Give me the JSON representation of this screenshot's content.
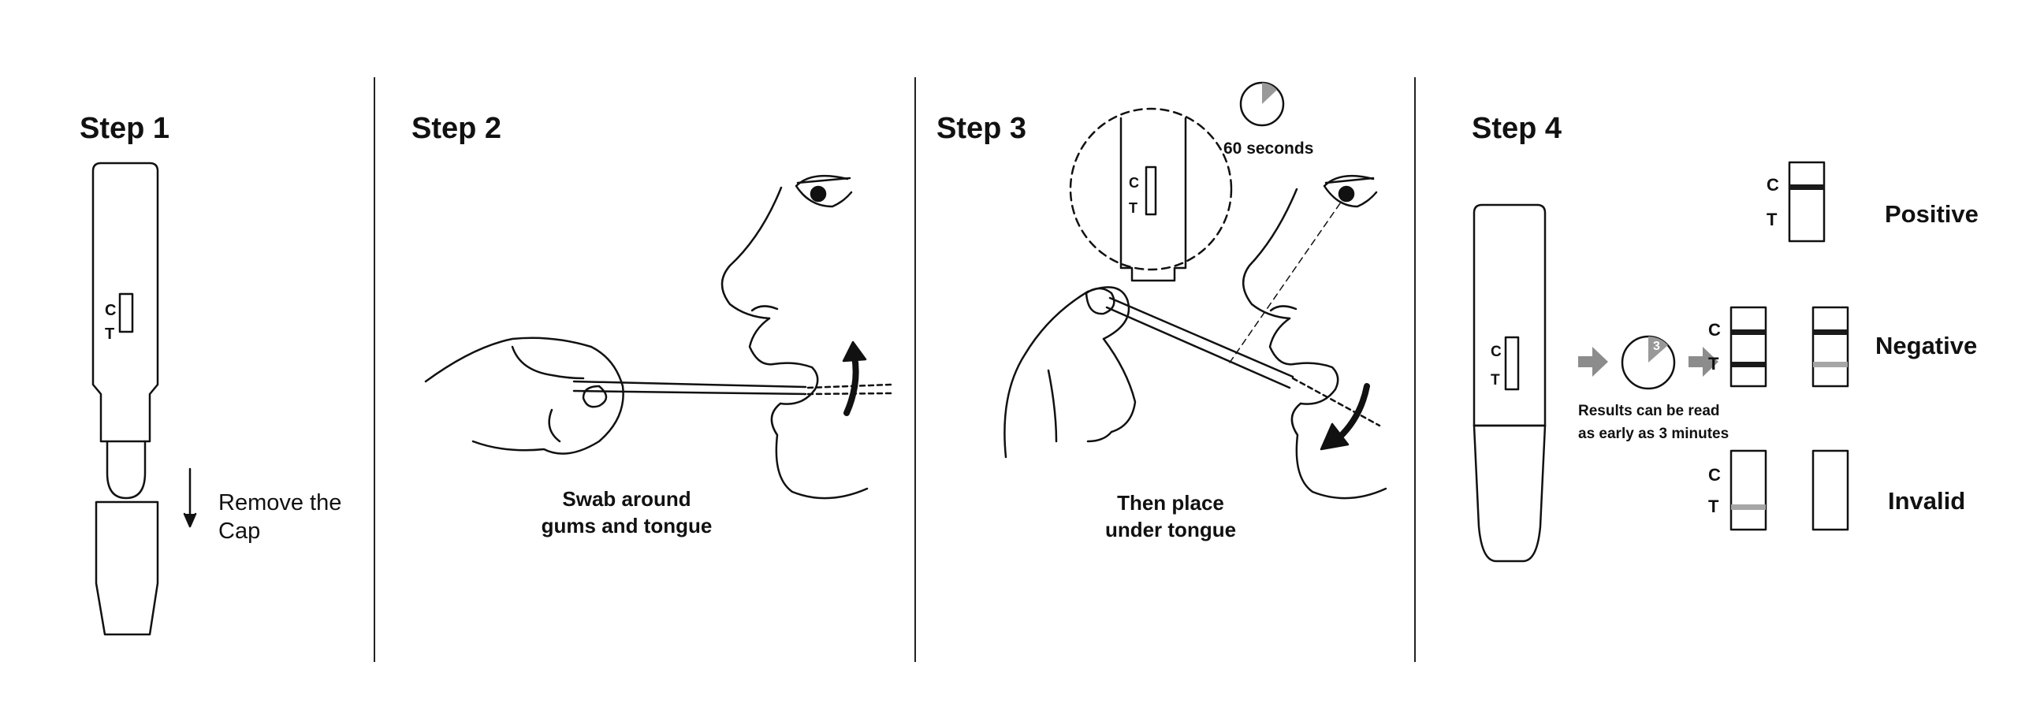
{
  "steps": [
    {
      "title": "Step 1"
    },
    {
      "title": "Step 2"
    },
    {
      "title": "Step 3"
    },
    {
      "title": "Step 4"
    }
  ],
  "step1": {
    "instruction_line1": "Remove the",
    "instruction_line2": "Cap"
  },
  "step2": {
    "caption_line1": "Swab around",
    "caption_line2": "gums and tongue"
  },
  "step3": {
    "caption_line1": "Then place",
    "caption_line2": "under tongue",
    "timer_label": "60 seconds"
  },
  "step4": {
    "timer_digit": "3",
    "note_line1": "Results can be read",
    "note_line2": "as early as 3 minutes",
    "results": [
      {
        "label": "Positive"
      },
      {
        "label": "Negative"
      },
      {
        "label": "Invalid"
      }
    ]
  },
  "device_markings": {
    "control": "C",
    "test": "T"
  },
  "colors": {
    "ink": "#111111",
    "line_dark": "#1a1a1a",
    "line_faint": "#a6a6a6",
    "arrow_gray": "#8c8c8c"
  }
}
